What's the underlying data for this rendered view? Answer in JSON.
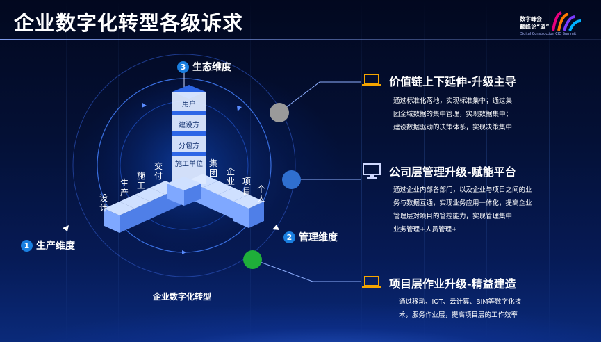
{
  "title": "企业数字化转型各级诉求",
  "logo": {
    "line1": "数字峰会",
    "line2": "巅峰论“道”",
    "line3": "Digital Construction CIO Summit"
  },
  "dimensions": [
    {
      "num": "1",
      "label": "生产维度"
    },
    {
      "num": "2",
      "label": "管理维度"
    },
    {
      "num": "3",
      "label": "生态维度"
    }
  ],
  "left_arm": [
    "设计",
    "生产",
    "施工",
    "交付"
  ],
  "right_arm": [
    "集团",
    "企业",
    "项目",
    "个人"
  ],
  "stack": [
    "用户",
    "建设方",
    "分包方",
    "施工单位"
  ],
  "center_label": "企业数字化转型",
  "items": [
    {
      "icon": "laptop-icon",
      "title": "价值链上下延伸-升级主导",
      "lines": [
        "通过标准化落地，实现标准集中；通过集",
        "团全域数据的集中管理，实现数据集中；",
        "建设数据驱动的决策体系，实现决策集中"
      ]
    },
    {
      "icon": "monitor-icon",
      "title": "公司层管理升级-赋能平台",
      "lines": [
        "通过企业内部各部门，以及企业与项目之间的业",
        "务与数据互通，实现业务应用一体化，提高企业",
        "管理层对项目的管控能力，实现管理集中",
        "业务管理+人员管理+"
      ]
    },
    {
      "icon": "laptop-icon",
      "title": "项目层作业升级-精益建造",
      "lines": [
        "通过移动、IOT、云计算、BIM等数字化技",
        "术，服务作业层，提高项目层的工作效率"
      ]
    }
  ],
  "colors": {
    "accent": "#1a7fe0",
    "dot_gray": "#9a9a9a",
    "dot_blue": "#2f6fd0",
    "dot_green": "#1fae3a",
    "icon_orange": "#f5a500"
  }
}
